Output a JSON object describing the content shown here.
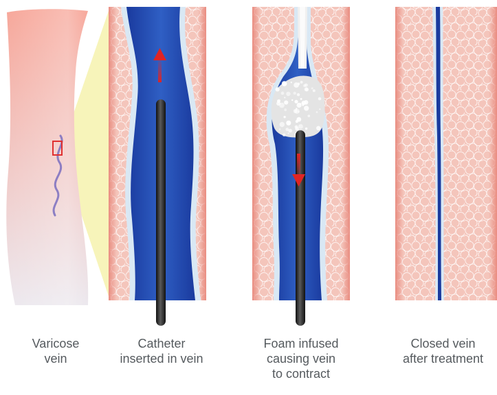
{
  "panels": [
    {
      "id": "varicose",
      "caption_lines": [
        "Varicose",
        "vein"
      ]
    },
    {
      "id": "catheter",
      "caption_lines": [
        "Catheter",
        "inserted in vein"
      ]
    },
    {
      "id": "foam",
      "caption_lines": [
        "Foam infused",
        "causing vein",
        "to contract"
      ]
    },
    {
      "id": "closed",
      "caption_lines": [
        "Closed vein",
        "after treatment"
      ]
    }
  ],
  "colors": {
    "tissue": "#f4c5bb",
    "tissue_edge": "#e98c80",
    "cell_outline": "#ffffff",
    "vein_dark": "#1a3a9e",
    "vein_mid": "#2f5fc4",
    "vein_wall": "#d9e8f4",
    "catheter": "#2b2b2b",
    "arrow": "#e02424",
    "foam": "#e4e4e4",
    "highlight": "#f6f3b3",
    "leg_top": "#f7a79a",
    "leg_bottom": "#ece8ee",
    "marker_box": "#e03030",
    "varicose_line": "#7a6fc0",
    "caption_text": "#555a5e"
  }
}
